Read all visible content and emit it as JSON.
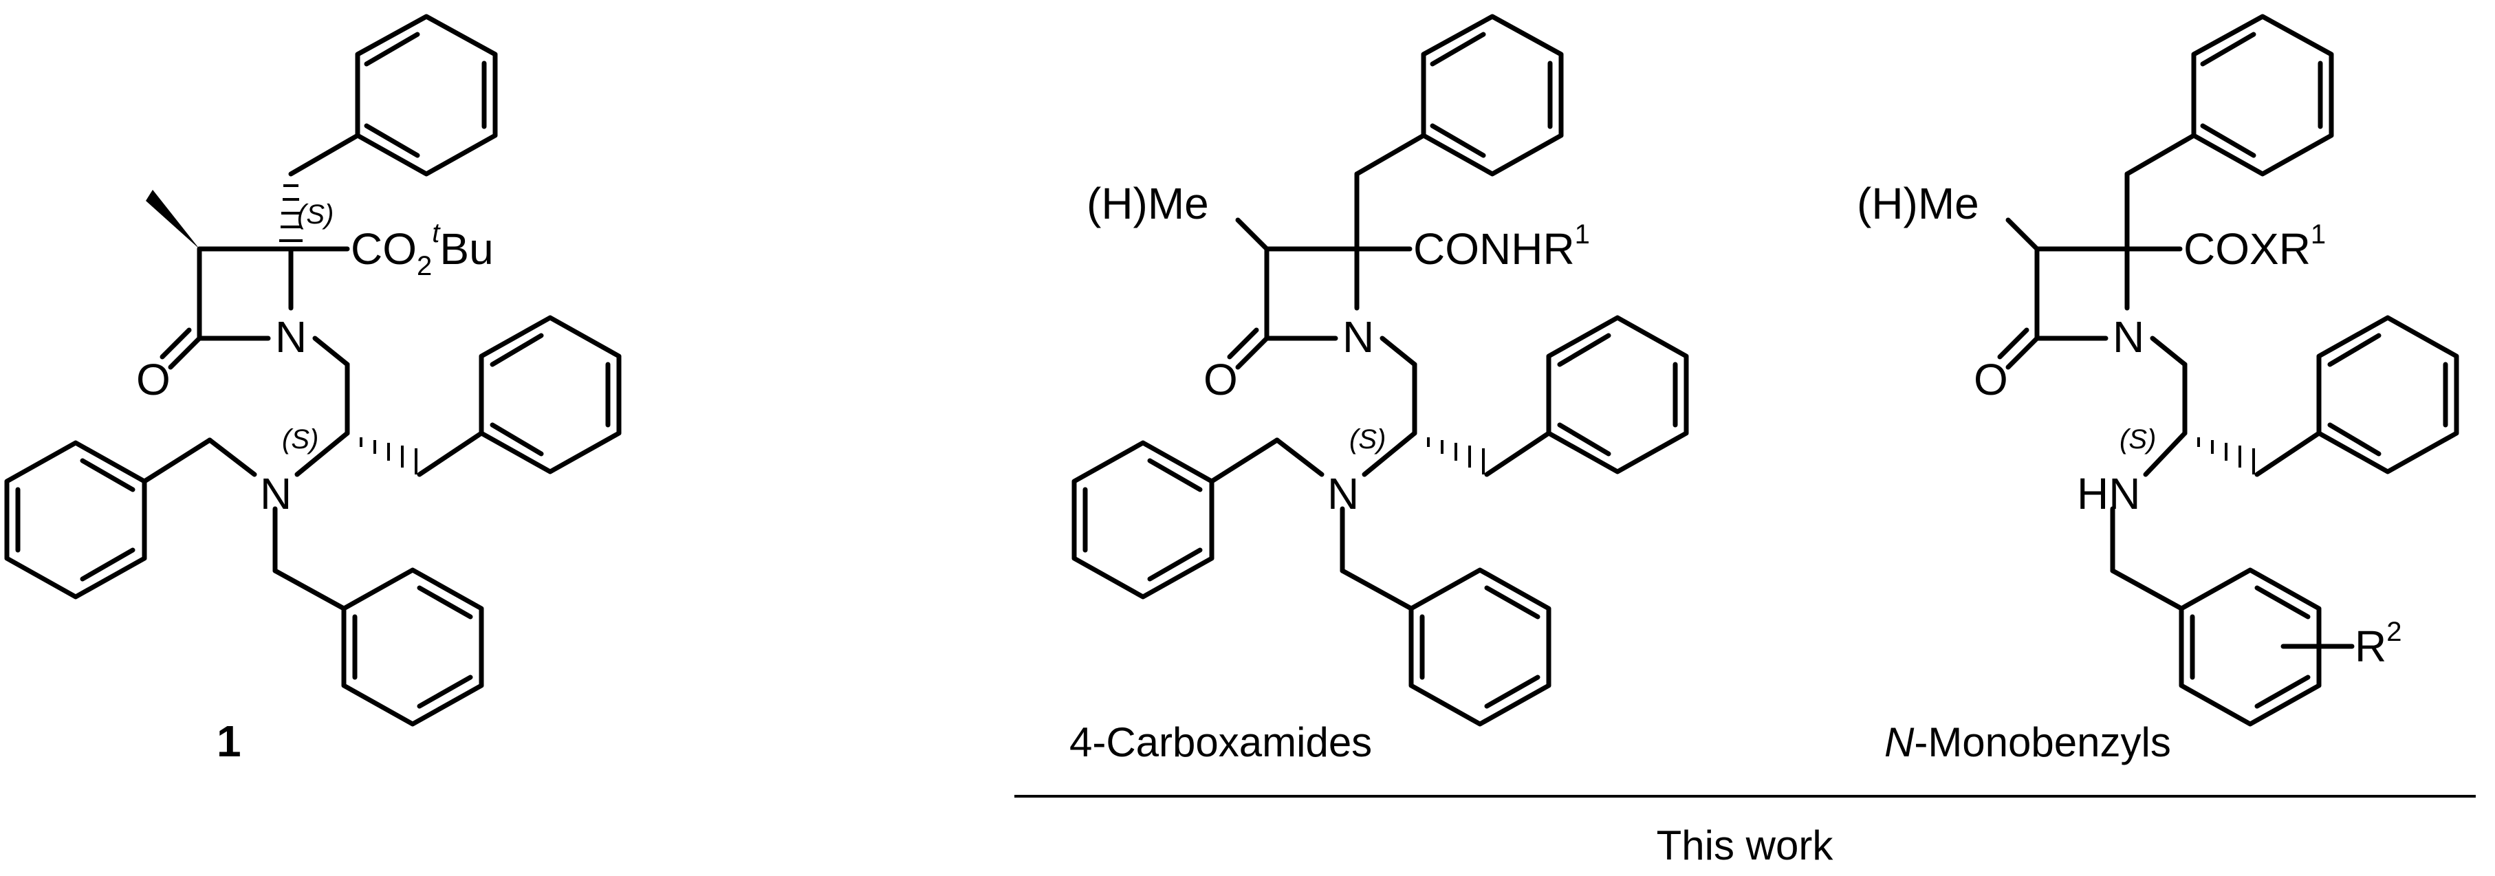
{
  "compound_1": {
    "number": "1",
    "ester": {
      "a": "CO",
      "sub": "2",
      "sup": "t",
      "b": "Bu"
    },
    "ring_n": "N",
    "carbonyl_o": "O",
    "amine_n": "N",
    "stereo_c4": "(S)",
    "stereo_side": "(S)"
  },
  "carboxamide": {
    "substituent": "(H)Me",
    "amide": {
      "text": "CONHR",
      "sup": "1"
    },
    "ring_n": "N",
    "carbonyl_o": "O",
    "amine_n": "N",
    "stereo_side": "(S)",
    "caption": "4-Carboxamides"
  },
  "monobenzyl": {
    "substituent": "(H)Me",
    "acyl": {
      "text": "COXR",
      "sup": "1"
    },
    "ring_n": "N",
    "carbonyl_o": "O",
    "amine_nh": "HN",
    "stereo_side": "(S)",
    "aryl_r": {
      "text": "R",
      "sup": "2"
    },
    "caption_italic": "N",
    "caption_rest": "-Monobenzyls"
  },
  "footer": {
    "label": "This work"
  }
}
